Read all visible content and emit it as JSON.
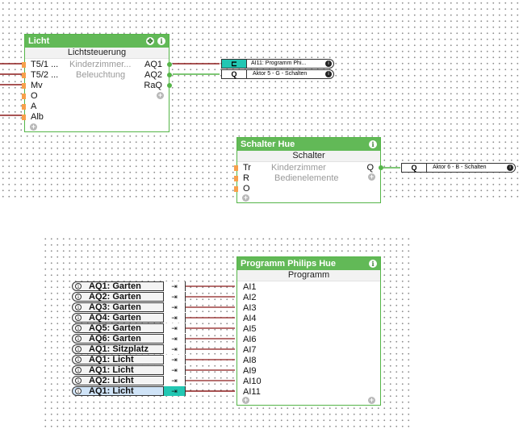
{
  "colors": {
    "accent": "#62b957",
    "input_pin": "#f7a04c",
    "wire": "#8b1a1a",
    "wire_green": "#55b548",
    "selected": "#22c7b3"
  },
  "licht_block": {
    "title": "Licht",
    "subtitle": "Lichtsteuerung",
    "inputs": [
      "T5/1 ...",
      "T5/2 ...",
      "Mv",
      "O",
      "A",
      "Alb"
    ],
    "desc1": "Kinderzimmer...",
    "desc2": "Beleuchtung",
    "outputs": [
      "AQ1",
      "AQ2",
      "RaQ"
    ]
  },
  "ref_prog": {
    "text": "AI11: Programm Phi..."
  },
  "ref_aktor5": {
    "kind": "Q",
    "text": "Aktor 5 - G - Schalten"
  },
  "hue_block": {
    "title": "Schalter Hue",
    "subtitle": "Schalter",
    "inputs": [
      "Tr",
      "R",
      "O"
    ],
    "desc1": "Kinderzimmer",
    "desc2": "Bedienelemente",
    "output": "Q"
  },
  "ref_aktor6": {
    "kind": "Q",
    "text": "Aktor 6 - B - Schalten"
  },
  "prog_block": {
    "title": "Programm Philips Hue",
    "subtitle": "Programm",
    "inputs": [
      "AI1",
      "AI2",
      "AI3",
      "AI4",
      "AI5",
      "AI6",
      "AI7",
      "AI8",
      "AI9",
      "AI10",
      "AI11"
    ]
  },
  "sources": [
    "AQ1: Garten",
    "AQ2: Garten",
    "AQ3: Garten",
    "AQ4: Garten",
    "AQ5: Garten",
    "AQ6: Garten",
    "AQ1: Sitzplatz",
    "AQ1: Licht",
    "AQ1: Licht",
    "AQ2: Licht",
    "AQ1: Licht"
  ],
  "icons": {
    "info": "info-icon",
    "move": "move-icon",
    "add": "add-icon",
    "link_out": "link-out-icon",
    "link_in": "link-in-icon"
  }
}
